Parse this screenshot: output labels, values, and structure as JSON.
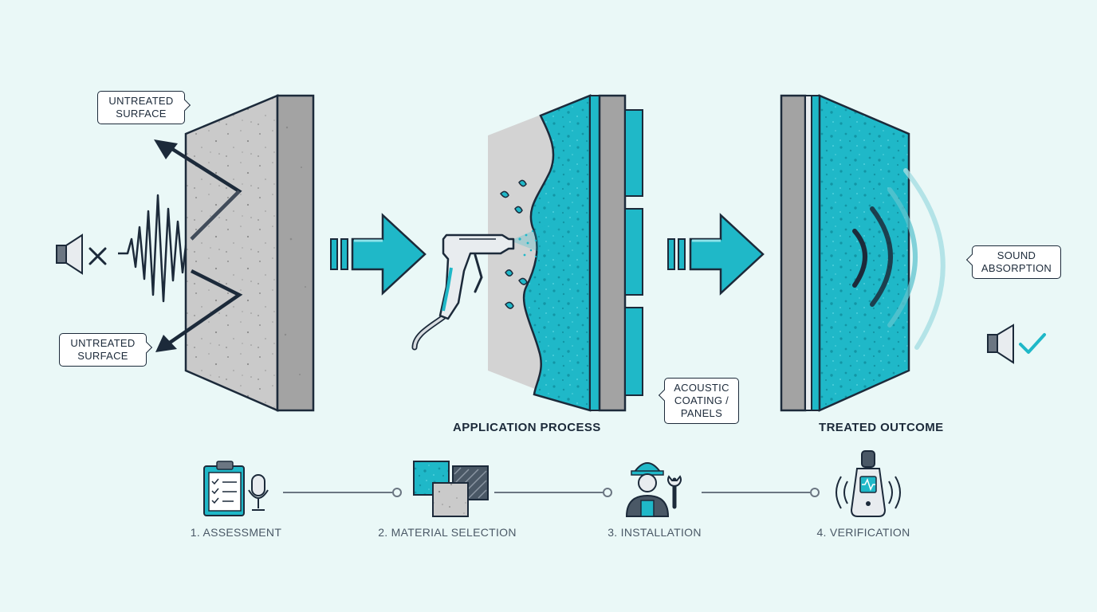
{
  "callouts": {
    "untreated_top": [
      "UNTREATED",
      "SURFACE"
    ],
    "untreated_bottom": [
      "UNTREATED",
      "SURFACE"
    ],
    "acoustic_coating": [
      "ACOUSTIC",
      "COATING /",
      "PANELS"
    ],
    "sound_absorption": [
      "SOUND",
      "ABSORPTION"
    ]
  },
  "sections": {
    "application": "APPLICATION PROCESS",
    "outcome": "TREATED OUTCOME"
  },
  "steps": [
    {
      "label": "1. ASSESSMENT",
      "icon": "clipboard-microphone-icon"
    },
    {
      "label": "2. MATERIAL SELECTION",
      "icon": "material-samples-icon"
    },
    {
      "label": "3. INSTALLATION",
      "icon": "worker-wrench-icon"
    },
    {
      "label": "4. VERIFICATION",
      "icon": "sound-meter-icon"
    }
  ],
  "colors": {
    "background": "#eaf8f7",
    "ink": "#1c2a3a",
    "teal": "#1fb8c8",
    "teal_dark": "#0e8f9f",
    "concrete": "#c9c9c9",
    "concrete_side": "#9c9c9c",
    "connector": "#6b7682"
  }
}
